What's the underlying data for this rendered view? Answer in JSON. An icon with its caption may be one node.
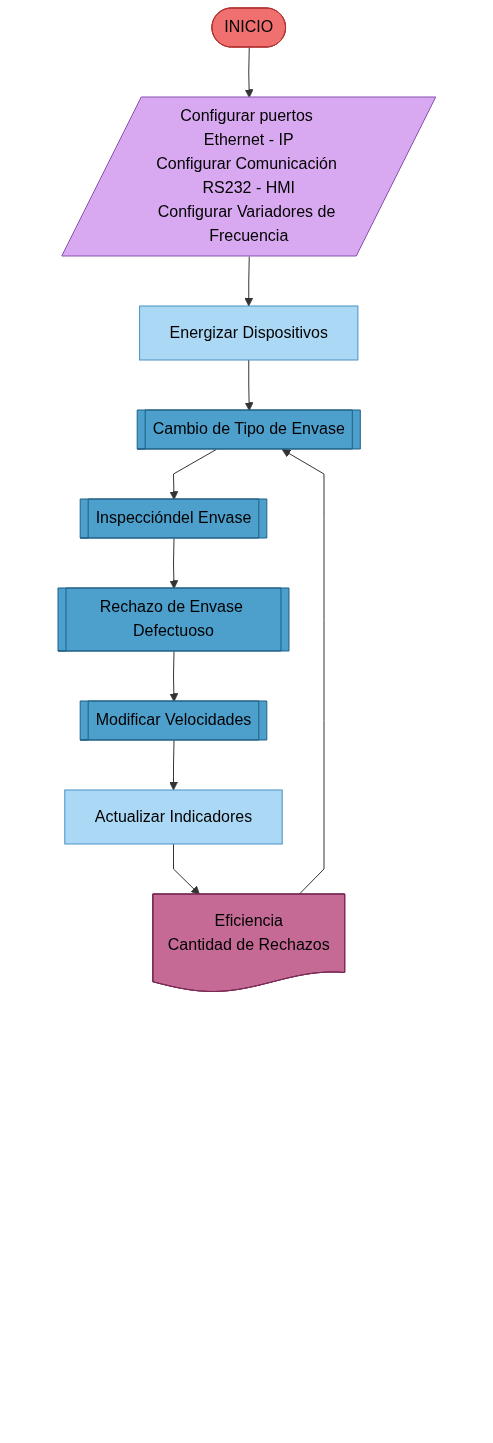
{
  "diagram": {
    "nodes": [
      {
        "text": [
          "INICIO"
        ]
      },
      {
        "text": [
          "Configurar puertos Ethernet - IP",
          "Configurar Comunicación RS232 - HMI",
          "Configurar Variadores de Frecuencia"
        ]
      },
      {
        "text": [
          "Energizar Dispositivos"
        ]
      },
      {
        "text": [
          "Cambio de Tipo de Envase"
        ]
      },
      {
        "text": [
          "Inspeccióndel Envase"
        ]
      },
      {
        "text": [
          "Rechazo de Envase Defectuoso"
        ]
      },
      {
        "text": [
          "Modificar Velocidades"
        ]
      },
      {
        "text": [
          "Actualizar Indicadores"
        ]
      },
      {
        "text": [
          "Eficiencia",
          "Cantidad de Rechazos"
        ]
      }
    ],
    "edges": [
      {
        "from": 0,
        "to": 1,
        "arrow": "to"
      },
      {
        "from": 1,
        "to": 2,
        "arrow": "to"
      },
      {
        "from": 2,
        "to": 3,
        "arrow": "to"
      },
      {
        "from": 3,
        "to": 4,
        "arrow": "to"
      },
      {
        "from": 4,
        "to": 5,
        "arrow": "to"
      },
      {
        "from": 5,
        "to": 6,
        "arrow": "to"
      },
      {
        "from": 6,
        "to": 7,
        "arrow": "to"
      },
      {
        "from": 7,
        "to": 8,
        "arrow": "to"
      },
      {
        "from": 8,
        "to": 3,
        "arrow": "to"
      }
    ]
  }
}
